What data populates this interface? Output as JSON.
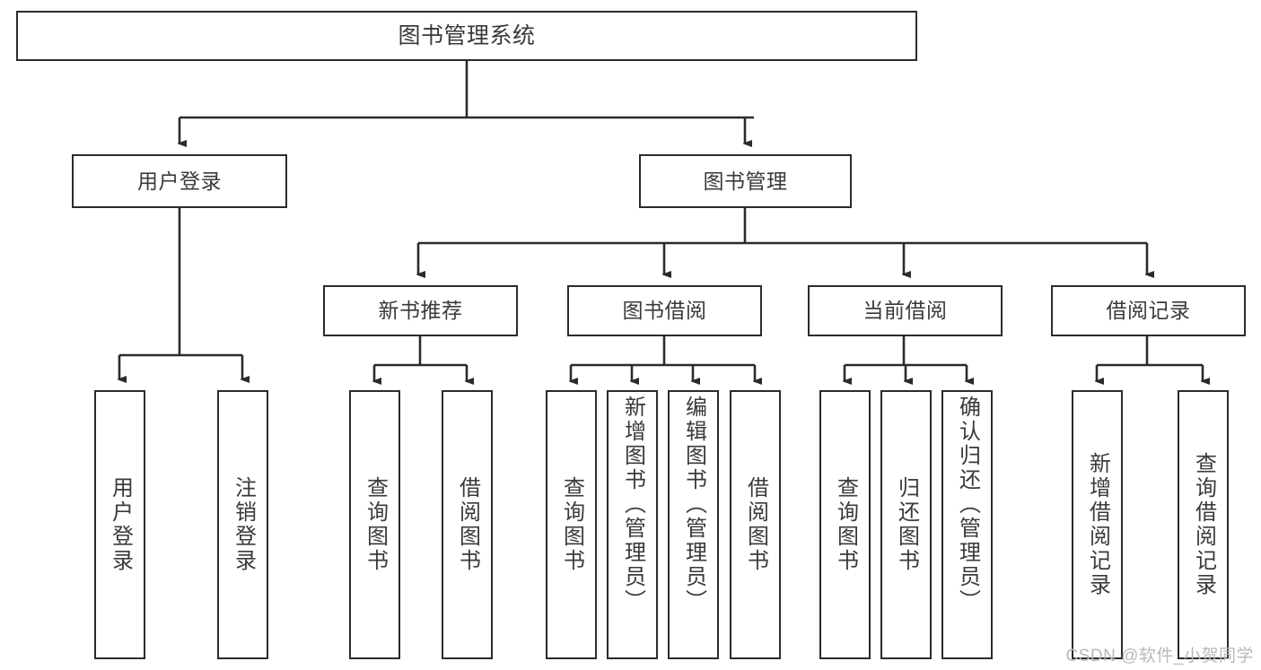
{
  "diagram": {
    "type": "tree-hierarchy",
    "title": "图书管理系统",
    "watermark": "CSDN @软件_小贺同学",
    "colors": {
      "box_border": "#2b2b2b",
      "box_fill": "#ffffff",
      "connector": "#2b2b2b",
      "text": "#3a3a3a",
      "watermark": "#b9b9b9"
    },
    "nodes": {
      "root": {
        "label": "图书管理系统"
      },
      "level2": [
        {
          "label": "用户登录"
        },
        {
          "label": "图书管理"
        }
      ],
      "level3": [
        {
          "label": "新书推荐"
        },
        {
          "label": "图书借阅"
        },
        {
          "label": "当前借阅"
        },
        {
          "label": "借阅记录"
        }
      ],
      "leaves": {
        "user_login": [
          {
            "label": "用户登录"
          },
          {
            "label": "注销登录"
          }
        ],
        "new_book_recommend": [
          {
            "label": "查询图书"
          },
          {
            "label": "借阅图书"
          }
        ],
        "book_borrow": [
          {
            "label": "查询图书"
          },
          {
            "label": "新增图书（管理员）"
          },
          {
            "label": "编辑图书（管理员）"
          },
          {
            "label": "借阅图书"
          }
        ],
        "current_borrow": [
          {
            "label": "查询图书"
          },
          {
            "label": "归还图书"
          },
          {
            "label": "确认归还（管理员）"
          }
        ],
        "borrow_record": [
          {
            "label": "新增借阅记录"
          },
          {
            "label": "查询借阅记录"
          }
        ]
      }
    }
  }
}
